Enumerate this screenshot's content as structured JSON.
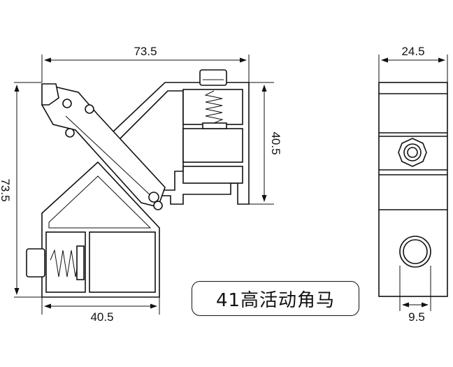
{
  "dimensions": {
    "main_top_width": "73.5",
    "main_left_height": "73.5",
    "right_profile_height": "40.5",
    "bottom_profile_width": "40.5",
    "side_top_width": "24.5",
    "side_bottom_hole": "9.5"
  },
  "product_label": "41高活动角马",
  "colors": {
    "line": "#111111",
    "background": "#ffffff"
  }
}
